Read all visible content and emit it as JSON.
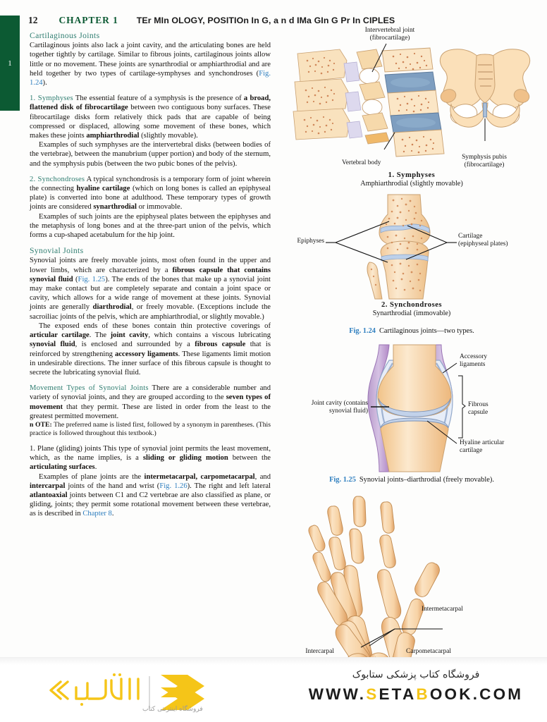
{
  "header": {
    "folio": "12",
    "chapter_label": "CHAPTER 1",
    "chapter_title": "TEr MIn OLOGY, POSITIOn In G, a n d  IMa GIn G Pr In CIPLES",
    "tab_number": "1"
  },
  "left_column": {
    "heading1": "Cartilaginous Joints",
    "p1_a": "Cartilaginous joints also lack a joint cavity, and the articulating bones are held together tightly by cartilage. Similar to fibrous joints, cartilaginous joints allow little or no movement. These joints are synarthrodial or amphiarthrodial and are held together by two types of cartilage-symphyses and synchondroses (",
    "p1_figref": "Fig. 1.24",
    "p1_b": ").",
    "p2_lead": "1. Symphyses",
    "p2_a": "The essential feature of a symphysis is the presence of ",
    "p2_b1": "a broad, flattened disk of fibrocartilage",
    "p2_c": " between two contiguous bony surfaces. These fibrocartilage disks form relatively thick pads that are capable of being compressed or displaced, allowing some movement of these bones, which makes these joints ",
    "p2_b2": "amphiarthrodial",
    "p2_d": " (slightly movable).",
    "p3": "Examples of such symphyses are the intervertebral disks (between bodies of the vertebrae), between the manubrium (upper portion) and body of the sternum, and the symphysis pubis (between the two pubic bones of the pelvis).",
    "p4_lead": "2. Synchondroses",
    "p4_a": "A typical synchondrosis is a temporary form of joint wherein the connecting ",
    "p4_b1": "hyaline cartilage",
    "p4_c": " (which on long bones is called an epiphyseal plate) is converted into bone at adulthood. These temporary types of growth joints are considered ",
    "p4_b2": "synarthrodial",
    "p4_d": " or immovable.",
    "p5": "Examples of such joints are the epiphyseal plates between the epiphyses and the metaphysis of long bones and at the three-part union of the pelvis, which forms a cup-shaped acetabulum for the hip joint.",
    "heading2": "Synovial Joints",
    "p6_a": "Synovial joints are freely movable joints, most often found in the upper and lower limbs, which are characterized by a ",
    "p6_b1": "fibrous capsule that contains synovial fluid",
    "p6_c": " (",
    "p6_figref": "Fig. 1.25",
    "p6_d": "). The ends of the bones that make up a synovial joint may make contact but are completely separate and contain a joint space or cavity, which allows for a wide range of movement at these joints. Synovial joints are generally ",
    "p6_b2": "diarthrodial",
    "p6_e": ", or freely movable. (Exceptions include the sacroiliac joints of the pelvis, which are amphiarthrodial, or slightly movable.)",
    "p7_a": "The exposed ends of these bones contain thin protective coverings of ",
    "p7_b1": "articular cartilage",
    "p7_c": ". The ",
    "p7_b2": "joint cavity",
    "p7_d": ", which contains a viscous lubricating ",
    "p7_b3": "synovial fluid",
    "p7_e": ", is enclosed and surrounded by a ",
    "p7_b4": "fibrous capsule",
    "p7_f": " that is reinforced by strengthening ",
    "p7_b5": "accessory ligaments",
    "p7_g": ". These ligaments limit motion in undesirable directions. The inner surface of this fibrous capsule is thought to secrete the lubricating synovial fluid.",
    "p8_lead": "Movement Types of Synovial Joints",
    "p8_a": "There are a considerable number and variety of synovial joints, and they are grouped according to the ",
    "p8_b1": "seven types of movement",
    "p8_c": " that they permit. These are listed in order from the least to the greatest permitted movement.",
    "p8_note_lead": "n OTE:",
    "p8_note": " The preferred name is listed first, followed by a synonym in parentheses. (This practice is followed throughout this textbook.)",
    "p9_lead": "1. Plane (gliding) joints",
    "p9_a": "This type of synovial joint permits the least movement, which, as the name implies, is a ",
    "p9_b1": "sliding or gliding motion",
    "p9_c": " between the ",
    "p9_b2": "articulating surfaces",
    "p9_d": ".",
    "p10_a": "Examples of plane joints are the ",
    "p10_b1": "intermetacarpal, carpometacarpal",
    "p10_c": ", and ",
    "p10_b2": "intercarpal",
    "p10_d": " joints of the hand and wrist (",
    "p10_figref": "Fig. 1.26",
    "p10_e": "). The right and left lateral ",
    "p10_b3": "atlantoaxial",
    "p10_f": " joints between C1 and C2 vertebrae are also classified as plane, or gliding, joints; they permit some rotational movement between these vertebrae, as is described in ",
    "p10_chref": "Chapter 8",
    "p10_g": "."
  },
  "figures": {
    "fig124": {
      "label_intervertebral_l1": "Intervertebral joint",
      "label_intervertebral_l2": "(fibrocartilage)",
      "label_vertebral_body": "Vertebral body",
      "label_symphysis_l1": "Symphysis pubis",
      "label_symphysis_l2": "(fibrocartilage)",
      "cap1_t1": "1. Symphyses",
      "cap1_t2": "Amphiarthrodial (slightly movable)",
      "label_epiphyses": "Epiphyses",
      "label_cartilage_l1": "Cartilage",
      "label_cartilage_l2": "(epiphyseal plates)",
      "cap2_t1": "2. Synchondroses",
      "cap2_t2": "Synarthrodial (immovable)",
      "fig_num": "Fig. 1.24",
      "fig_text": "Cartilaginous joints—two types."
    },
    "fig125": {
      "label_accessory_l1": "Accessory",
      "label_accessory_l2": "ligaments",
      "label_jointcavity_l1": "Joint cavity (contains",
      "label_jointcavity_l2": "synovial fluid)",
      "label_fibrous_l1": "Fibrous",
      "label_fibrous_l2": "capsule",
      "label_hyaline_l1": "Hyaline articular",
      "label_hyaline_l2": "cartilage",
      "fig_num": "Fig. 1.25",
      "fig_text": "Synovial joints–diarthrodial (freely movable)."
    },
    "fig126": {
      "label_intermetacarpal": "Intermetacarpal",
      "label_carpometacarpal": "Carpometacarpal",
      "label_intercarpal": "Intercarpal"
    }
  },
  "footer": {
    "tagline_fa": "فروشگاه کتاب پزشکی ستابوک",
    "url_w": "WWW.",
    "url_s": "S",
    "url_eta": "ETA",
    "url_b": "B",
    "url_ook": "OOK.COM",
    "logo_sub_fa": "فروشگاه اینترنتی کتاب",
    "logo_word_fa": "ستابوک"
  },
  "colors": {
    "chapter_green": "#0c5a33",
    "heading_teal": "#2e7d70",
    "figref_blue": "#2f7fbf",
    "bone": "#f7d7ac",
    "cartilage_blue": "#b9c6e4",
    "ligament_purple": "#c3a8d4",
    "disk_blue": "#7e9ec0",
    "accent_yellow": "#f5c518"
  }
}
